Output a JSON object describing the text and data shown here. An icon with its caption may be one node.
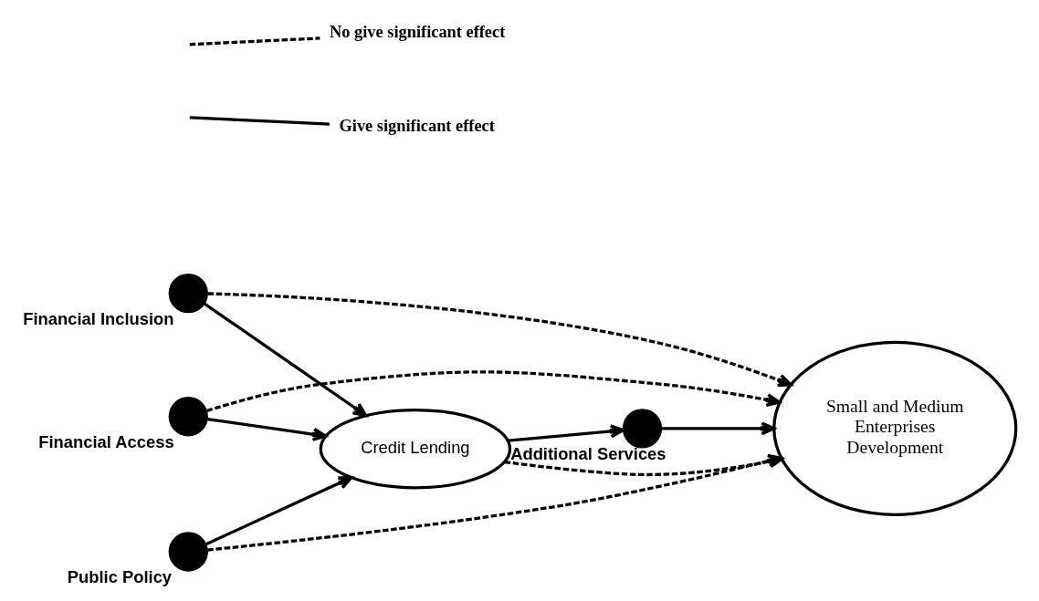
{
  "diagram": {
    "nodes": [
      {
        "text": [],
        "shape": "circle",
        "beside": [
          "Financial Inclusion"
        ]
      },
      {
        "text": [],
        "shape": "circle",
        "beside": [
          "Financial Access"
        ]
      },
      {
        "text": [
          "Credit Lending"
        ]
      },
      {
        "text": [
          "Small and Medium Enterprises Development"
        ]
      },
      {
        "text": [],
        "shape": "circle",
        "beside": [
          "Public Policy"
        ]
      },
      {
        "text": [],
        "shape": "circle",
        "beside": [
          "Additional Services"
        ]
      }
    ],
    "edges": [
      {
        "from": 0,
        "to": 3,
        "arrow": "to",
        "style": "dashed"
      },
      {
        "from": 0,
        "to": 2,
        "arrow": "to"
      },
      {
        "from": 1,
        "to": 3,
        "arrow": "to",
        "style": "dashed"
      },
      {
        "from": 1,
        "to": 2,
        "arrow": "to"
      },
      {
        "from": 2,
        "to": 3,
        "arrow": "to",
        "style": "dashed"
      },
      {
        "from": 4,
        "to": 2,
        "arrow": "to"
      },
      {
        "from": 4,
        "to": 3,
        "arrow": "to",
        "style": "dashed"
      },
      {
        "from": 2,
        "to": 5,
        "arrow": "to"
      },
      {
        "from": 5,
        "to": 3,
        "arrow": "to"
      }
    ],
    "legend": [
      {
        "text": "No give significant effect"
      },
      {
        "text": "Give significant effect"
      }
    ]
  }
}
